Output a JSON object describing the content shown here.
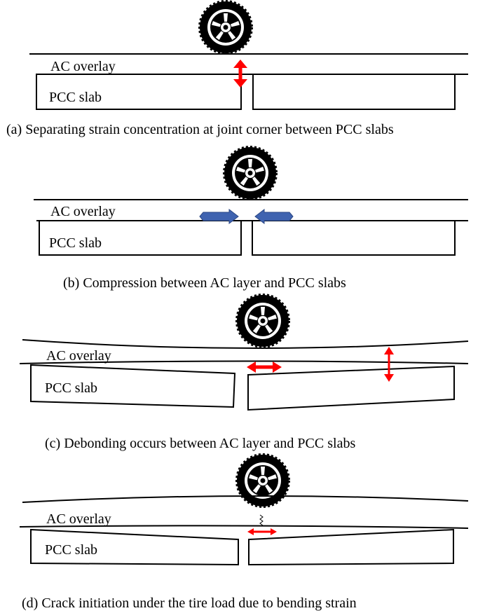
{
  "panels": [
    {
      "id": "a",
      "ac_label": "AC overlay",
      "pcc_label": "PCC slab",
      "caption": "(a) Separating strain concentration at joint corner between PCC slabs"
    },
    {
      "id": "b",
      "ac_label": "AC overlay",
      "pcc_label": "PCC slab",
      "caption": "(b) Compression between AC layer and PCC slabs"
    },
    {
      "id": "c",
      "ac_label": "AC overlay",
      "pcc_label": "PCC slab",
      "caption": "(c) Debonding occurs between AC layer and PCC slabs"
    },
    {
      "id": "d",
      "ac_label": "AC overlay",
      "pcc_label": "PCC slab",
      "caption": "(d) Crack initiation under the tire load due to bending strain"
    }
  ],
  "colors": {
    "strain_arrow": "#ff0000",
    "compression_arrow": "#3f63b0",
    "lines": "#000000",
    "tire": "#000000"
  }
}
